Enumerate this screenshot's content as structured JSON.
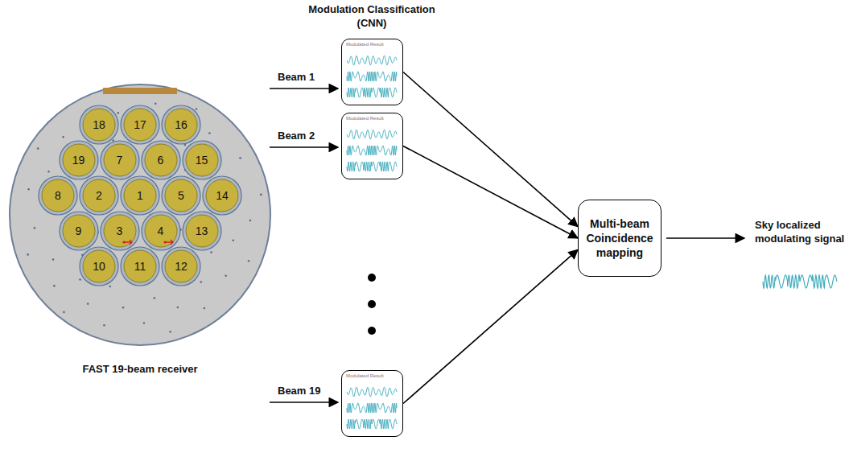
{
  "diagram": {
    "nodes": [
      {
        "text": [
          "FAST 19-beam receiver"
        ]
      },
      {
        "text": [
          "18"
        ],
        "in": 0
      },
      {
        "text": [
          "17"
        ],
        "in": 0
      },
      {
        "text": [
          "16"
        ],
        "in": 0
      },
      {
        "text": [
          "19"
        ],
        "in": 0
      },
      {
        "text": [
          "7"
        ],
        "in": 0
      },
      {
        "text": [
          "6"
        ],
        "in": 0
      },
      {
        "text": [
          "15"
        ],
        "in": 0
      },
      {
        "text": [
          "8"
        ],
        "in": 0
      },
      {
        "text": [
          "2"
        ],
        "in": 0
      },
      {
        "text": [
          "1"
        ],
        "in": 0
      },
      {
        "text": [
          "5"
        ],
        "in": 0
      },
      {
        "text": [
          "14"
        ],
        "in": 0
      },
      {
        "text": [
          "9"
        ],
        "in": 0
      },
      {
        "text": [
          "3"
        ],
        "in": 0
      },
      {
        "text": [
          "4"
        ],
        "in": 0
      },
      {
        "text": [
          "13"
        ],
        "in": 0
      },
      {
        "text": [
          "10"
        ],
        "in": 0
      },
      {
        "text": [
          "11"
        ],
        "in": 0
      },
      {
        "text": [
          "12"
        ],
        "in": 0
      },
      {
        "text": [
          "Modulated Result"
        ]
      },
      {
        "text": [
          "Modulated Result"
        ]
      },
      {
        "text": [
          "Modulated Result"
        ]
      },
      {
        "text": [
          "Multi-beam Coincidence mapping"
        ]
      }
    ],
    "edges": [
      {
        "from": 20,
        "to": 23,
        "arrow": "to"
      },
      {
        "from": 21,
        "to": 23,
        "arrow": "to"
      },
      {
        "from": 22,
        "to": 23,
        "arrow": "to"
      }
    ],
    "labels": [
      "Modulation Classification (CNN)",
      "Beam 1",
      "Beam 2",
      "Beam 19",
      "Sky localized modulating signal"
    ]
  }
}
